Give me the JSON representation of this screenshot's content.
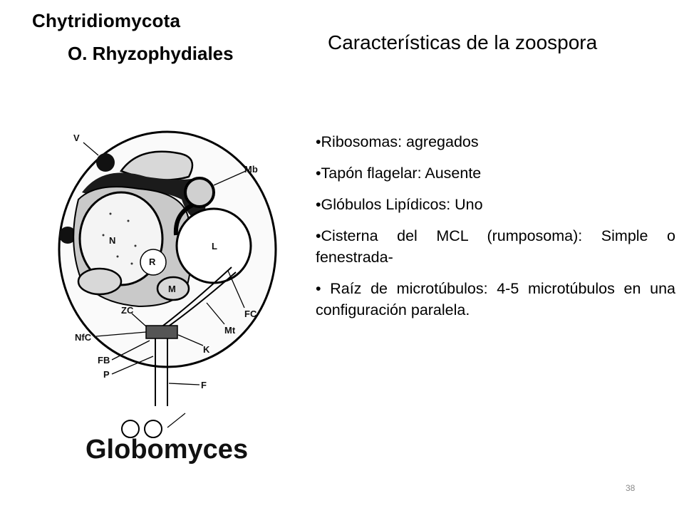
{
  "header": {
    "division": "Chytridiomycota",
    "order": "O. Rhyzophydiales",
    "subtitle": "Características de la zoospora"
  },
  "figure": {
    "caption": "Globomyces",
    "labels": {
      "V": "V",
      "Mb": "Mb",
      "N": "N",
      "R": "R",
      "L": "L",
      "M": "M",
      "ZC": "ZC",
      "NfC": "NfC",
      "FC": "FC",
      "Mt": "Mt",
      "K": "K",
      "FB": "FB",
      "P": "P",
      "F": "F"
    }
  },
  "bullets": [
    "•Ribosomas: agregados",
    "•Tapón flagelar: Ausente",
    "•Glóbulos Lipídicos: Uno",
    "•Cisterna del MCL (rumposoma): Simple o fenestrada-",
    "• Raíz de microtúbulos: 4-5 microtúbulos en una configuración paralela."
  ],
  "page_number": "38"
}
